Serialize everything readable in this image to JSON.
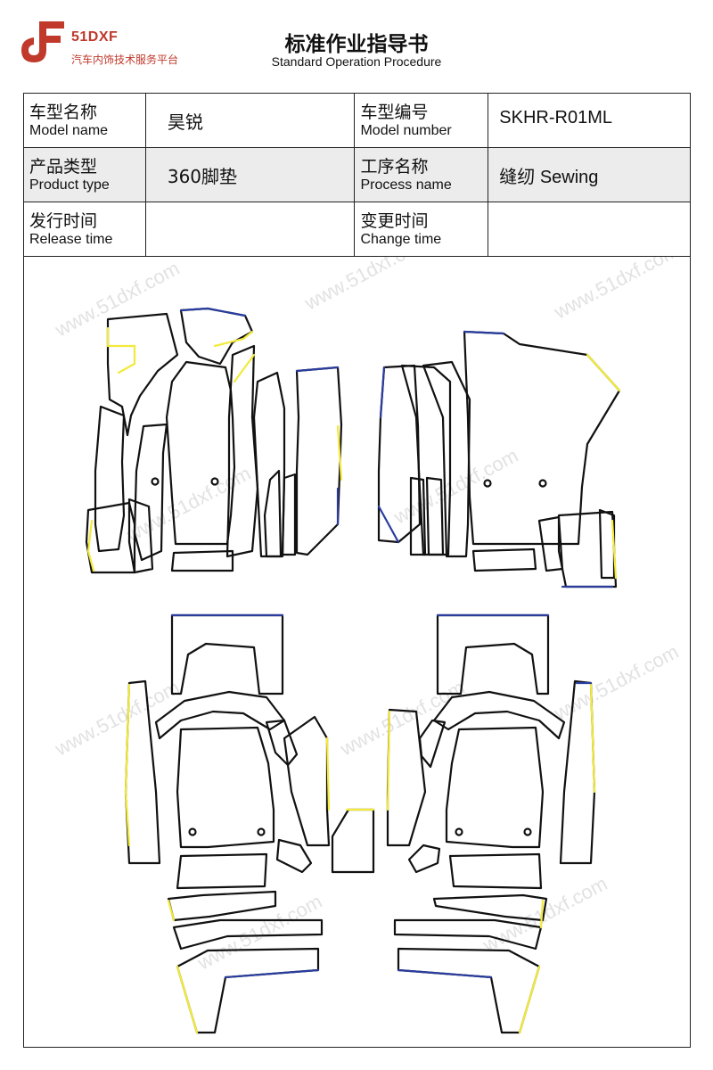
{
  "brand": {
    "name": "51DXF",
    "tagline": "汽车内饰技术服务平台",
    "color": "#c0392b"
  },
  "document": {
    "title": "标准作业指导书",
    "subtitle": "Standard Operation Procedure"
  },
  "info_table": {
    "model_name": {
      "label_zh": "车型名称",
      "label_en": "Model name",
      "value": "昊锐"
    },
    "model_number": {
      "label_zh": "车型编号",
      "label_en": "Model number",
      "value": "SKHR-R01ML"
    },
    "product_type": {
      "label_zh": "产品类型",
      "label_en": "Product type",
      "value": "360脚垫"
    },
    "process_name": {
      "label_zh": "工序名称",
      "label_en": "Process name",
      "value": "缝纫 Sewing"
    },
    "release_time": {
      "label_zh": "发行时间",
      "label_en": "Release time",
      "value": ""
    },
    "change_time": {
      "label_zh": "变更时间",
      "label_en": "Change time",
      "value": ""
    }
  },
  "watermark": {
    "text": "www.51dxf.com"
  },
  "diagram": {
    "outline_color": "#111111",
    "edge_colors": {
      "yellow": "#f2ea3a",
      "blue": "#2a3d9e"
    }
  }
}
